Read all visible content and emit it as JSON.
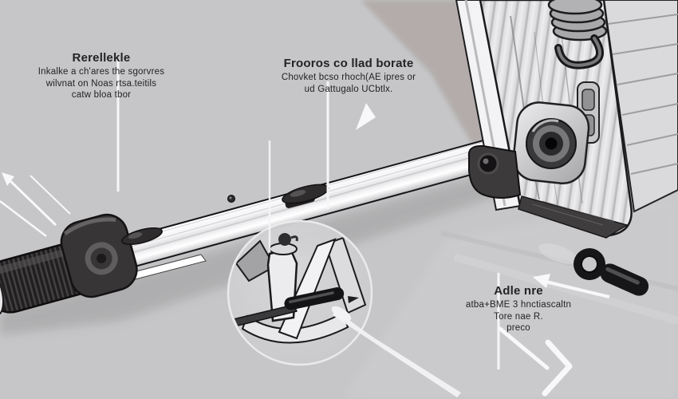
{
  "figure": {
    "type": "instructional-illustration",
    "subject": "telescoping rod, clamp handle and door-frame latch mechanism with magnified detail inset",
    "background_color": "#c6c6c8",
    "ink_color": "#1a1a1a",
    "highlight_color": "#f4f4f6",
    "shadow_color": "#b1aaa8",
    "icons": {
      "magnifier-circle": "circle-inset",
      "up-left-arrows": "radiating white lines with arrowhead",
      "down-left-arrowhead": "small white triangle",
      "left-arrow": "white arrow pointing left",
      "down-right-chevron": "white angled chevron",
      "leader-lines": "4 vertical white callout lines"
    }
  },
  "annotations": {
    "block1": {
      "title": "Rerellekle",
      "lines": [
        "Inkalke a ch'ares the sgorvres",
        "wilvnat on Noas rtsa.teitils",
        "catw bloa tbor"
      ]
    },
    "block2": {
      "title": "Frooros co llad borate",
      "lines": [
        "Chovket bcso rhoch(AE ipres or",
        "ud Gattugalo UCbtlx."
      ]
    },
    "block3": {
      "title": "Adle nre",
      "lines": [
        "atba+BME 3 hnctiascaltn",
        "Tore nae R.",
        "preco"
      ]
    }
  }
}
